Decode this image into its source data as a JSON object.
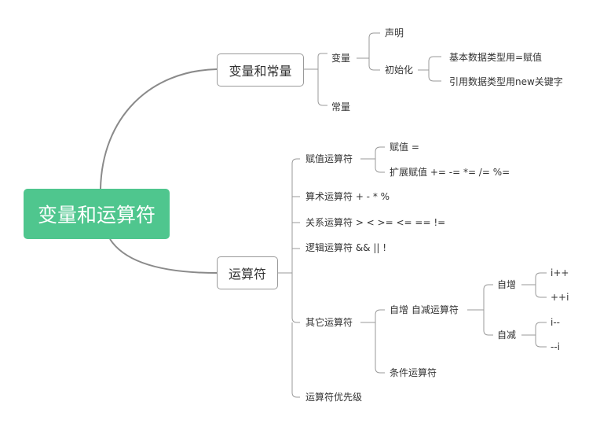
{
  "root": "变量和运算符",
  "branches": {
    "vars": {
      "title": "变量和常量",
      "variable": "变量",
      "declare": "声明",
      "init": "初始化",
      "basic": "基本数据类型用=赋值",
      "ref": "引用数据类型用new关键字",
      "constant": "常量"
    },
    "ops": {
      "title": "运算符",
      "assign": "赋值运算符",
      "assign_eq": "赋值 =",
      "assign_ext": "扩展赋值 += -= *= /= %=",
      "arith": "算术运算符 + - * %",
      "relation": "关系运算符 > < >= <= == !=",
      "logic": "逻辑运算符 && || !",
      "other": "其它运算符",
      "incdec": "自增 自减运算符",
      "inc": "自增",
      "inc1": "i++",
      "inc2": "++i",
      "dec": "自减",
      "dec1": "i--",
      "dec2": "--i",
      "cond": "条件运算符",
      "priority": "运算符优先级"
    }
  }
}
